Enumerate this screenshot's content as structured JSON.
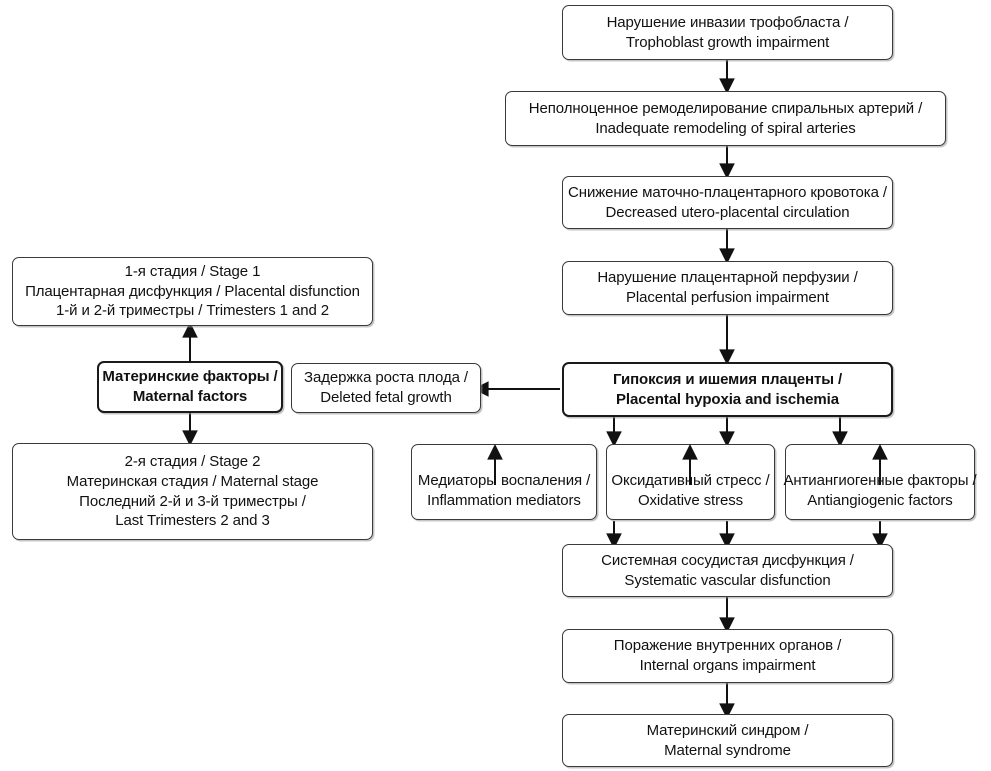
{
  "diagram": {
    "title": "Pathophysiology of preeclampsia flowchart",
    "language_note": "Russian / English bilingual labels separated by a slash",
    "colors": {
      "box_border": "#3a3a3a",
      "box_border_emphasis": "#1a1a1a",
      "arrow": "#111111",
      "background": "#ffffff",
      "text": "#111111"
    }
  },
  "nodes": {
    "trophoblast": {
      "id": "trophoblast-growth-impairment",
      "line1": "Нарушение инвазии трофобласта /",
      "line2": "Trophoblast growth impairment",
      "emphasis": false
    },
    "spiral_arteries": {
      "id": "inadequate-remodeling-spiral-arteries",
      "line1": "Неполноценное ремоделирование спиральных артерий /",
      "line2": "Inadequate remodeling of spiral arteries",
      "emphasis": false
    },
    "circulation": {
      "id": "decreased-utero-placental-circulation",
      "line1": "Снижение маточно-плацентарного кровотока /",
      "line2": "Decreased utero-placental circulation",
      "emphasis": false
    },
    "perfusion": {
      "id": "placental-perfusion-impairment",
      "line1": "Нарушение плацентарной перфузии /",
      "line2": "Placental perfusion impairment",
      "emphasis": false
    },
    "hypoxia": {
      "id": "placental-hypoxia-and-ischemia",
      "line1": "Гипоксия и ишемия плаценты /",
      "line2": "Placental hypoxia and ischemia",
      "emphasis": true
    },
    "stage1": {
      "id": "stage-1-placental-dysfunction",
      "line1": "1-я стадия / Stage 1",
      "line2": "Плацентарная дисфункция / Placental disfunction",
      "line3": "1-й и 2-й триместры / Trimesters 1 and 2",
      "emphasis": false
    },
    "maternal_factors": {
      "id": "maternal-factors",
      "line1": "Материнские факторы /",
      "line2": "Maternal factors",
      "emphasis": true
    },
    "fetal_growth": {
      "id": "deleted-fetal-growth",
      "line1": "Задержка роста плода /",
      "line2": "Deleted fetal growth",
      "emphasis": false
    },
    "stage2": {
      "id": "stage-2-maternal-stage",
      "line1": "2-я стадия / Stage 2",
      "line2": "Материнская стадия / Maternal stage",
      "line3": "Последний 2-й и 3-й триместры /",
      "line4": "Last Trimesters 2 and 3",
      "emphasis": false
    },
    "inflammation": {
      "id": "inflammation-mediators",
      "line1": "Медиаторы воспаления /",
      "line2": "Inflammation mediators",
      "emphasis": false
    },
    "oxidative": {
      "id": "oxidative-stress",
      "line1": "Оксидативный стресс /",
      "line2": "Oxidative stress",
      "emphasis": false
    },
    "antiangiogenic": {
      "id": "antiangiogenic-factors",
      "line1": "Антиангиогенные факторы /",
      "line2": "Antiangiogenic factors",
      "emphasis": false
    },
    "vascular": {
      "id": "systematic-vascular-disfunction",
      "line1": "Системная сосудистая дисфункция /",
      "line2": "Systematic vascular disfunction",
      "emphasis": false
    },
    "organs": {
      "id": "internal-organs-impairment",
      "line1": "Поражение внутренних органов /",
      "line2": "Internal organs impairment",
      "emphasis": false
    },
    "syndrome": {
      "id": "maternal-syndrome",
      "line1": "Материнский синдром /",
      "line2": "Maternal syndrome",
      "emphasis": false
    }
  },
  "edges": [
    {
      "from": "trophoblast",
      "to": "spiral_arteries",
      "direction": "down"
    },
    {
      "from": "spiral_arteries",
      "to": "circulation",
      "direction": "down"
    },
    {
      "from": "circulation",
      "to": "perfusion",
      "direction": "down"
    },
    {
      "from": "perfusion",
      "to": "hypoxia",
      "direction": "down"
    },
    {
      "from": "hypoxia",
      "to": "fetal_growth",
      "direction": "left"
    },
    {
      "from": "hypoxia",
      "to": "inflammation",
      "direction": "down"
    },
    {
      "from": "hypoxia",
      "to": "oxidative",
      "direction": "down"
    },
    {
      "from": "hypoxia",
      "to": "antiangiogenic",
      "direction": "down"
    },
    {
      "from": "inflammation",
      "to": "vascular",
      "direction": "down"
    },
    {
      "from": "oxidative",
      "to": "vascular",
      "direction": "down"
    },
    {
      "from": "antiangiogenic",
      "to": "vascular",
      "direction": "down"
    },
    {
      "from": "vascular",
      "to": "organs",
      "direction": "down"
    },
    {
      "from": "organs",
      "to": "syndrome",
      "direction": "down"
    },
    {
      "from": "maternal_factors",
      "to": "stage1",
      "direction": "up"
    },
    {
      "from": "maternal_factors",
      "to": "stage2",
      "direction": "down"
    },
    {
      "from": "inflammation_internal",
      "to": "inflammation",
      "direction": "up"
    },
    {
      "from": "oxidative_internal",
      "to": "oxidative",
      "direction": "up"
    },
    {
      "from": "antiangiogenic_internal",
      "to": "antiangiogenic",
      "direction": "up"
    }
  ]
}
